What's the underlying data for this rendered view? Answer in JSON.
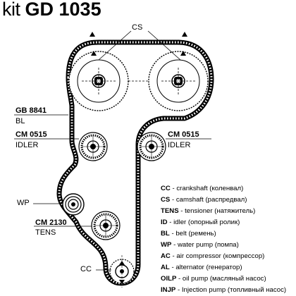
{
  "header": {
    "prefix": "kit",
    "code": "GD 1035"
  },
  "labels": {
    "cs": "CS",
    "belt_code": "GB 8841",
    "belt_type": "BL",
    "idler_left_code": "CM  0515",
    "idler_left_type": "IDLER",
    "idler_right_code": "CM  0515",
    "idler_right_type": "IDLER",
    "wp": "WP",
    "tens_code": "CM  2130",
    "tens_type": "TENS",
    "cc": "CC"
  },
  "legend": [
    {
      "abbr": "CC",
      "text": " - crankshaft (коленвал)"
    },
    {
      "abbr": "CS",
      "text": " - camshaft (распредвал)"
    },
    {
      "abbr": "TENS",
      "text": " - tensioner (натяжитель)"
    },
    {
      "abbr": "ID",
      "text": " - idler (опорный ролик)"
    },
    {
      "abbr": "BL",
      "text": " - belt (ремень)"
    },
    {
      "abbr": "WP",
      "text": " - water pump (помпа)"
    },
    {
      "abbr": "AC",
      "text": " - air compressor (компрессор)"
    },
    {
      "abbr": "AL",
      "text": " - alternator (генератор)"
    },
    {
      "abbr": "OILP",
      "text": " - oil pump (масляный насос)"
    },
    {
      "abbr": "INJP",
      "text": " - Injection pump (топливный насос)"
    }
  ]
}
